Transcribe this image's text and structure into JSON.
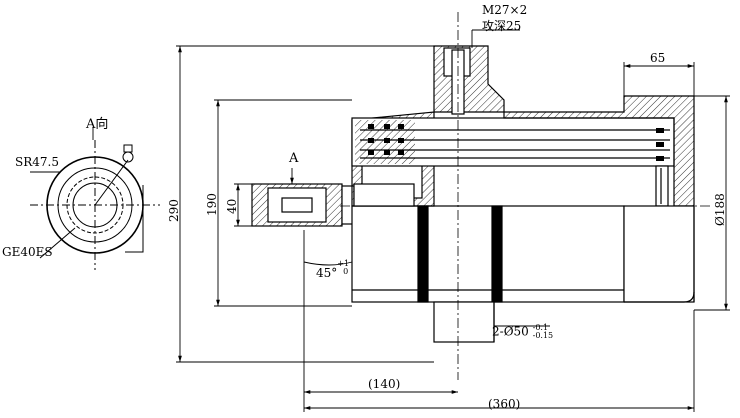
{
  "view_label": "A向",
  "view_arrow_label": "A",
  "section_label": "A",
  "sphere_label": "SR47.5",
  "bearing_label": "GE40ES",
  "thread_label": "M27×2",
  "thread_depth_label": "攻深25",
  "dim_65": "65",
  "dim_290": "290",
  "dim_190": "190",
  "dim_40": "40",
  "dim_188": "Ø188",
  "angle_label": "45°",
  "angle_tol": "+1",
  "angle_tol_low": "0",
  "trunnion_label": "2-Ø50",
  "trunnion_tol_hi": "-0.1",
  "trunnion_tol_lo": "-0.15",
  "dim_140": "(140)",
  "dim_360": "(360)"
}
